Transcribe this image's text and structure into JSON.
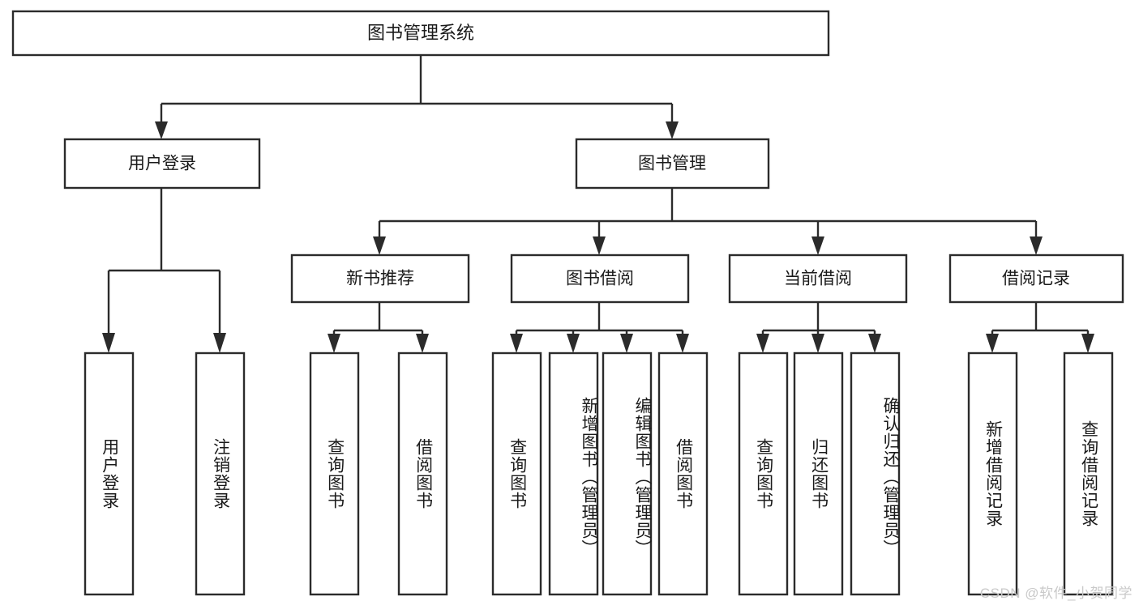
{
  "diagram": {
    "type": "tree-hierarchy",
    "title_node": "图书管理系统",
    "watermark": "CSDN @软件_小贺同学",
    "colors": {
      "stroke": "#2b2b2b",
      "fill": "#ffffff",
      "text": "#1a1a1a",
      "watermark": "#c9c9c9",
      "background": "#ffffff"
    },
    "root": {
      "label": "图书管理系统"
    },
    "level2": [
      {
        "label": "用户登录"
      },
      {
        "label": "图书管理"
      }
    ],
    "level3": [
      {
        "label": "新书推荐"
      },
      {
        "label": "图书借阅"
      },
      {
        "label": "当前借阅"
      },
      {
        "label": "借阅记录"
      }
    ],
    "leaves": {
      "user_login": [
        {
          "label": "用户登录"
        },
        {
          "label": "注销登录"
        }
      ],
      "new_book_recommend": [
        {
          "label": "查询图书"
        },
        {
          "label": "借阅图书"
        }
      ],
      "book_borrow": [
        {
          "label": "查询图书"
        },
        {
          "label": "新增图书（管理员）"
        },
        {
          "label": "编辑图书（管理员）"
        },
        {
          "label": "借阅图书"
        }
      ],
      "current_borrow": [
        {
          "label": "查询图书"
        },
        {
          "label": "归还图书"
        },
        {
          "label": "确认归还（管理员）"
        }
      ],
      "borrow_record": [
        {
          "label": "新增借阅记录"
        },
        {
          "label": "查询借阅记录"
        }
      ]
    }
  }
}
